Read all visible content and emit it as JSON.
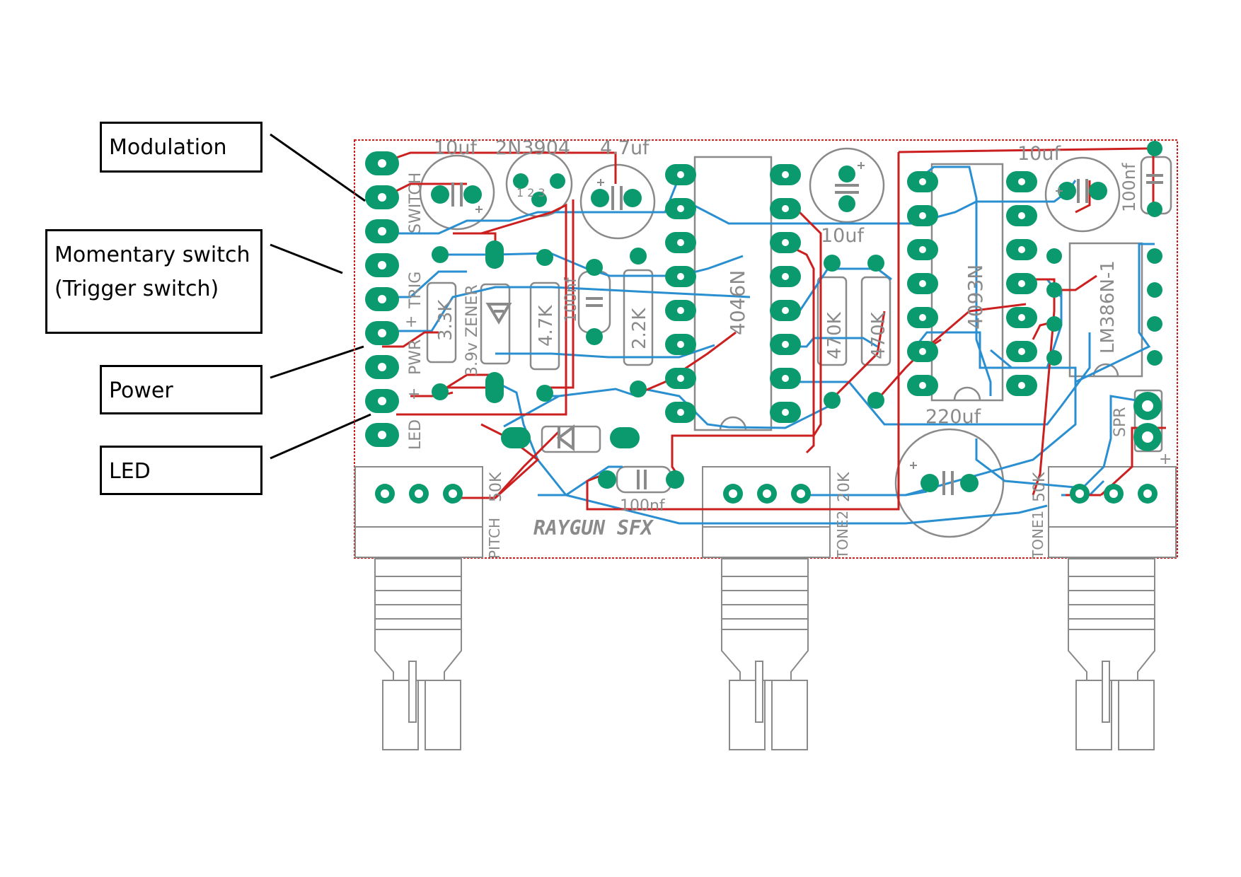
{
  "callouts": {
    "modulation": "Modulation",
    "momentary_line1": "Momentary switch",
    "momentary_line2": "(Trigger switch)",
    "power": "Power",
    "led": "LED"
  },
  "board": {
    "brand": "RAYGUN SFX",
    "header_labels": {
      "switch": "SWITCH",
      "trig": "TRIG",
      "pwr": "PWR",
      "led": "LED",
      "plus1": "+",
      "plus2": "+",
      "plus3": "+"
    },
    "components": {
      "c_10uf_top": "10uf",
      "transistor": "2N3904",
      "c_4_7uf": "4.7uf",
      "r_3_3k": "3.3K",
      "zener": "3.9v ZENER",
      "r_4_7k": "4.7K",
      "c_100nf_mid": "100nf",
      "r_2_2k": "2.2K",
      "ic_4046": "4046N",
      "c_10uf_mid": "10uf",
      "r_470k_a": "470K",
      "r_470k_b": "470K",
      "ic_4093": "4093N",
      "c_10uf_right": "10uf",
      "c_100nf_right": "100nf",
      "ic_lm386": "LM386N-1",
      "c_220uf": "220uf",
      "c_100nf_bottom": "100nf",
      "spr": "SPR",
      "pot_pitch_val": "50K",
      "pot_pitch_name": "PITCH",
      "pot_tone2_val": "20K",
      "pot_tone2_name": "TONE2",
      "pot_tone1_val": "50K",
      "pot_tone1_name": "TONE1",
      "transistor_pins": "1 2 3"
    }
  },
  "colors": {
    "pad": "#0b9a6e",
    "trace_top": "#cc1f1f",
    "trace_bottom": "#2a8fd0",
    "silk": "#8a8a8a",
    "outline": "#cc1f1f"
  }
}
